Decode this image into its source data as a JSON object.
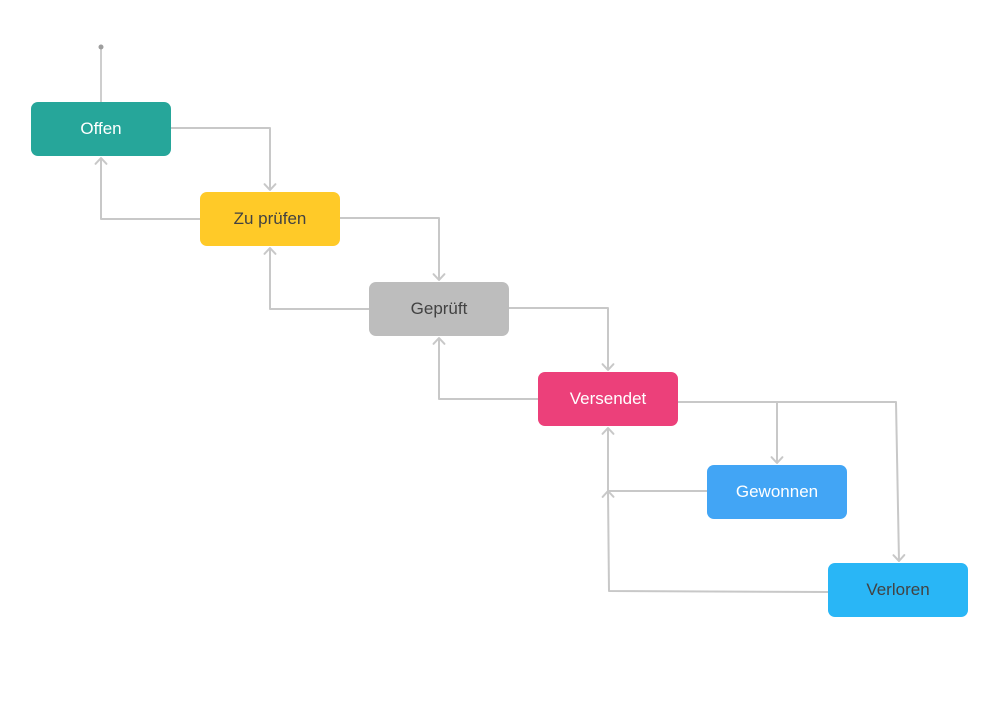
{
  "diagram": {
    "line_color": "#c8c8c8",
    "start_point_color": "#9e9e9e",
    "nodes": [
      {
        "id": "offen",
        "label": "Offen",
        "bg": "#26a69a",
        "fg": "#ffffff"
      },
      {
        "id": "zupruefen",
        "label": "Zu prüfen",
        "bg": "#ffca28",
        "fg": "#424242"
      },
      {
        "id": "geprueft",
        "label": "Geprüft",
        "bg": "#bdbdbd",
        "fg": "#424242"
      },
      {
        "id": "versendet",
        "label": "Versendet",
        "bg": "#ec407a",
        "fg": "#ffffff"
      },
      {
        "id": "gewonnen",
        "label": "Gewonnen",
        "bg": "#42a5f5",
        "fg": "#ffffff"
      },
      {
        "id": "verloren",
        "label": "Verloren",
        "bg": "#29b6f6",
        "fg": "#424242"
      }
    ],
    "edges": [
      {
        "from": "offen",
        "to": "zupruefen"
      },
      {
        "from": "zupruefen",
        "to": "offen"
      },
      {
        "from": "zupruefen",
        "to": "geprueft"
      },
      {
        "from": "geprueft",
        "to": "zupruefen"
      },
      {
        "from": "geprueft",
        "to": "versendet"
      },
      {
        "from": "versendet",
        "to": "geprueft"
      },
      {
        "from": "versendet",
        "to": "gewonnen"
      },
      {
        "from": "versendet",
        "to": "verloren"
      },
      {
        "from": "gewonnen",
        "to": "versendet"
      },
      {
        "from": "verloren",
        "to": "versendet"
      }
    ]
  }
}
